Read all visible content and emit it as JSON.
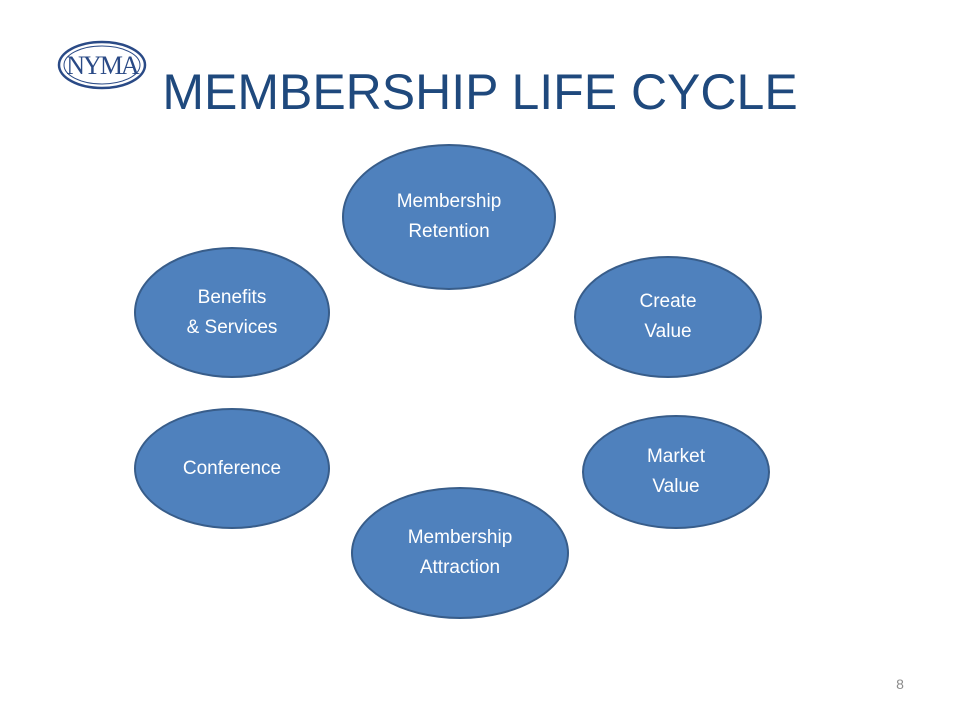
{
  "logo": {
    "text": "NYMA",
    "icon": "organization-logo",
    "color": "#2a4a86"
  },
  "slide": {
    "title": "MEMBERSHIP LIFE CYCLE",
    "title_color": "#1f497d",
    "page_number": "8"
  },
  "nodes": {
    "retention": {
      "label": "Membership\nRetention"
    },
    "create_value": {
      "label": "Create\nValue"
    },
    "market_value": {
      "label": "Market\nValue"
    },
    "attraction": {
      "label": "Membership\nAttraction"
    },
    "conference": {
      "label": "Conference"
    },
    "benefits": {
      "label": "Benefits\n& Services"
    }
  },
  "colors": {
    "node_fill": "#4f81bd",
    "node_border": "#385d8a",
    "node_text": "#ffffff"
  }
}
